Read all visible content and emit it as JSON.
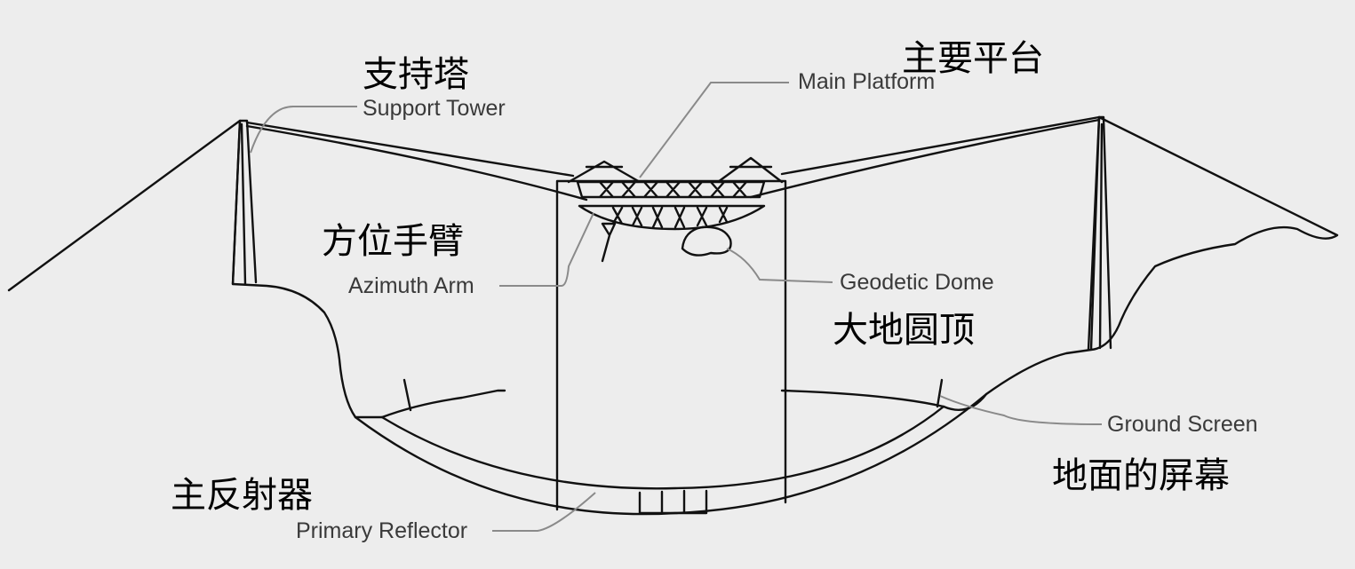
{
  "colors": {
    "background": "#ededed",
    "structure": "#111111",
    "leader_line": "#8a8a8a",
    "english_label": "#3a3a3a",
    "chinese_label": "#000000"
  },
  "labels": {
    "support_tower": {
      "en": "Support Tower",
      "zh": "支持塔"
    },
    "main_platform": {
      "en": "Main Platform",
      "zh": "主要平台"
    },
    "azimuth_arm": {
      "en": "Azimuth Arm",
      "zh": "方位手臂"
    },
    "geodetic_dome": {
      "en": "Geodetic Dome",
      "zh": "大地圆顶"
    },
    "ground_screen": {
      "en": "Ground Screen",
      "zh": "地面的屏幕"
    },
    "primary_reflector": {
      "en": "Primary Reflector",
      "zh": "主反射器"
    }
  }
}
